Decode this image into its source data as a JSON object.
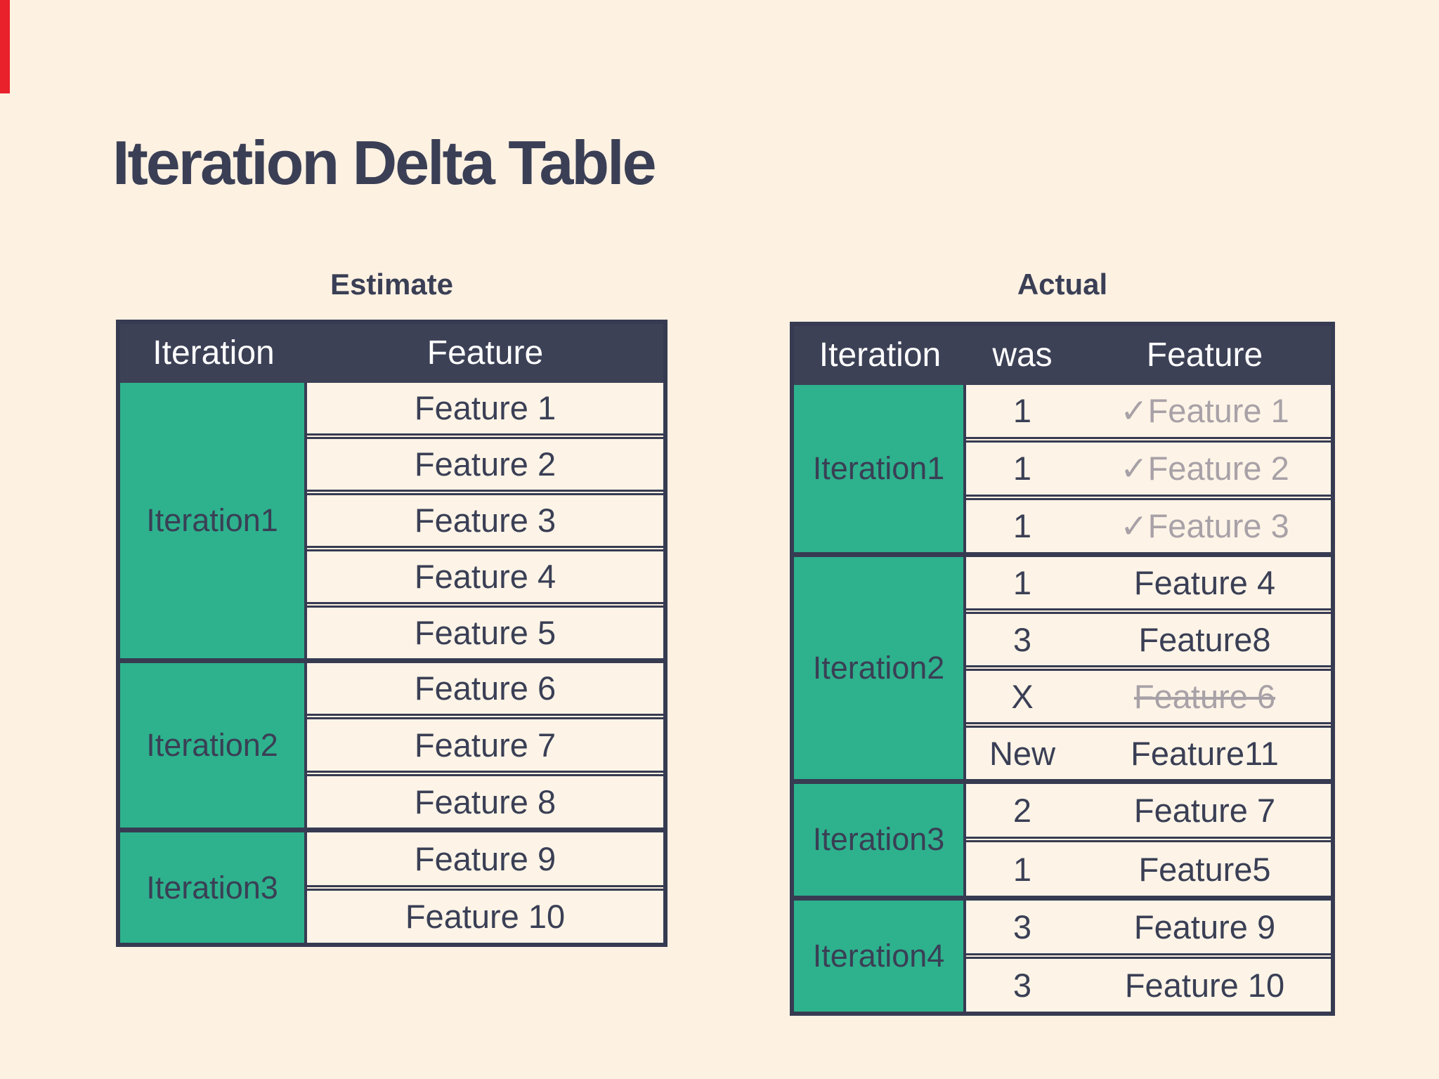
{
  "page": {
    "title": "Iteration Delta Table",
    "colors": {
      "background": "#fdf1e2",
      "cell_cream": "#fdf4e7",
      "navy_text": "#3a3f55",
      "navy_header_bg": "#3d4156",
      "navy_border": "#373b52",
      "green": "#2db28d",
      "gray_done": "#a8a1a7",
      "accent_red": "#e8212b",
      "header_text": "#ffffff"
    }
  },
  "estimate": {
    "label": "Estimate",
    "headers": {
      "iteration": "Iteration",
      "feature": "Feature"
    },
    "groups": [
      {
        "iteration": "Iteration1",
        "rows": [
          {
            "feature": "Feature 1",
            "status": "planned"
          },
          {
            "feature": "Feature 2",
            "status": "planned"
          },
          {
            "feature": "Feature 3",
            "status": "planned"
          },
          {
            "feature": "Feature 4",
            "status": "planned"
          },
          {
            "feature": "Feature 5",
            "status": "planned"
          }
        ]
      },
      {
        "iteration": "Iteration2",
        "rows": [
          {
            "feature": "Feature 6",
            "status": "planned"
          },
          {
            "feature": "Feature 7",
            "status": "planned"
          },
          {
            "feature": "Feature 8",
            "status": "planned"
          }
        ]
      },
      {
        "iteration": "Iteration3",
        "rows": [
          {
            "feature": "Feature 9",
            "status": "planned"
          },
          {
            "feature": "Feature 10",
            "status": "planned"
          }
        ]
      }
    ]
  },
  "actual": {
    "label": "Actual",
    "headers": {
      "iteration": "Iteration",
      "was": "was",
      "feature": "Feature"
    },
    "check_glyph": "✓",
    "groups": [
      {
        "iteration": "Iteration1",
        "rows": [
          {
            "was": "1",
            "feature": "Feature 1",
            "status": "done"
          },
          {
            "was": "1",
            "feature": "Feature 2",
            "status": "done"
          },
          {
            "was": "1",
            "feature": "Feature 3",
            "status": "done"
          }
        ]
      },
      {
        "iteration": "Iteration2",
        "rows": [
          {
            "was": "1",
            "feature": "Feature 4",
            "status": "planned"
          },
          {
            "was": "3",
            "feature": "Feature8",
            "status": "planned"
          },
          {
            "was": "X",
            "feature": "Feature 6",
            "status": "removed"
          },
          {
            "was": "New",
            "feature": "Feature11",
            "status": "planned"
          }
        ]
      },
      {
        "iteration": "Iteration3",
        "rows": [
          {
            "was": "2",
            "feature": "Feature 7",
            "status": "planned"
          },
          {
            "was": "1",
            "feature": "Feature5",
            "status": "planned"
          }
        ]
      },
      {
        "iteration": "Iteration4",
        "rows": [
          {
            "was": "3",
            "feature": "Feature 9",
            "status": "planned"
          },
          {
            "was": "3",
            "feature": "Feature 10",
            "status": "planned"
          }
        ]
      }
    ]
  }
}
